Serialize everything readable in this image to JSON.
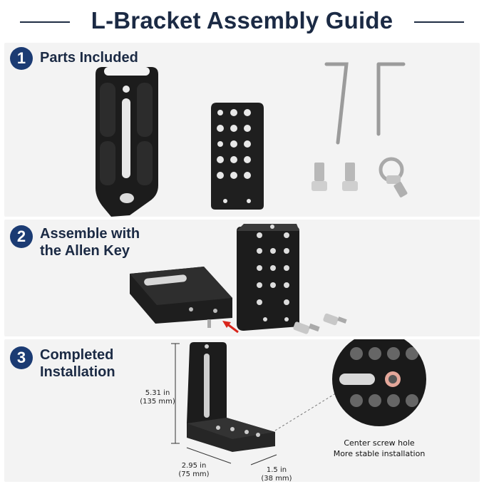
{
  "title": "L-Bracket Assembly Guide",
  "steps": [
    {
      "number": "1",
      "title": "Parts Included"
    },
    {
      "number": "2",
      "title": "Assemble with\nthe Allen Key"
    },
    {
      "number": "3",
      "title": "Completed\nInstallation"
    }
  ],
  "dimensions": {
    "height_in": "5.31 in",
    "height_mm": "(135 mm)",
    "width_in": "2.95 in",
    "width_mm": "(75 mm)",
    "depth_in": "1.5 in",
    "depth_mm": "(38 mm)"
  },
  "callout": {
    "line1": "Center screw hole",
    "line2": "More stable installation"
  },
  "colors": {
    "title": "#1b2a44",
    "badge": "#1b3b73",
    "arrow": "#d9261c",
    "panel": "#f3f3f3",
    "metal": "#1a1a1a"
  }
}
